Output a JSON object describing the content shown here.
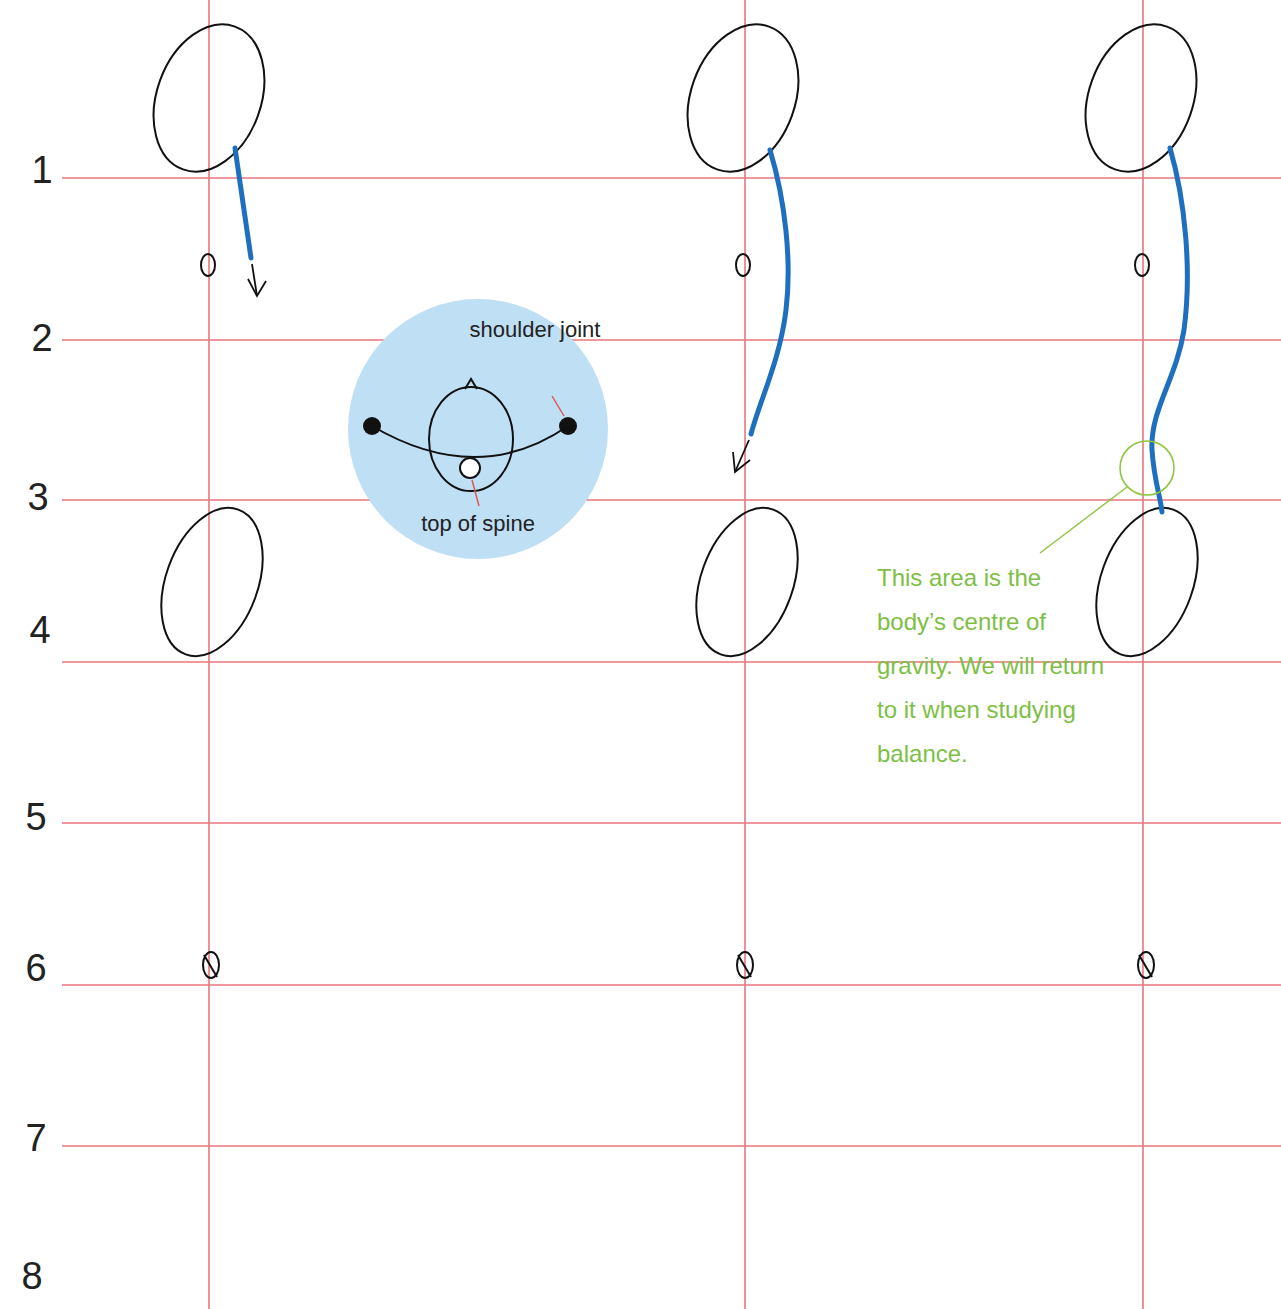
{
  "diagram": {
    "nodes": [
      {
        "text": [
          "shoulder joint",
          "top of spine"
        ]
      }
    ],
    "labels": [
      "1",
      "2",
      "3",
      "4",
      "5",
      "6",
      "7",
      "8",
      "This area is the body’s centre of gravity. We will return to it when studying balance."
    ]
  }
}
